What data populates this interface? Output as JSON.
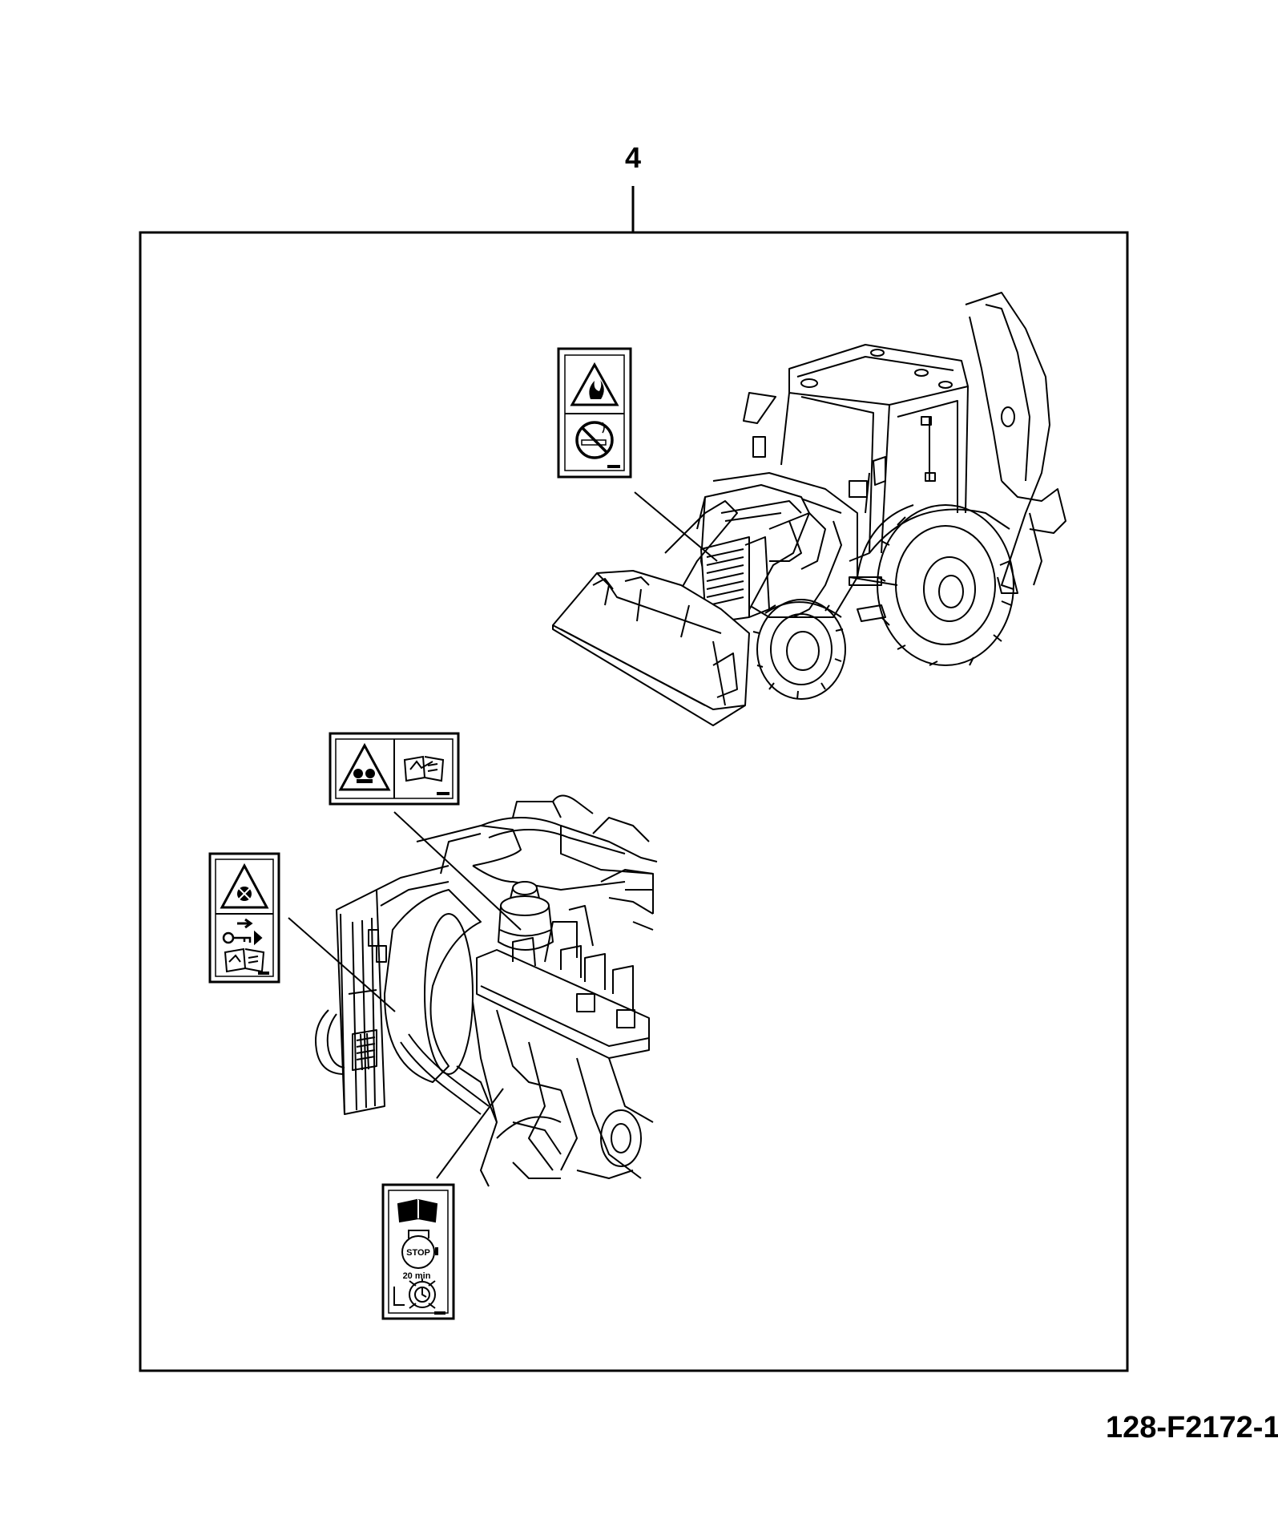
{
  "callout": {
    "number": "4"
  },
  "figure": {
    "id": "128-F2172-1"
  },
  "labels": {
    "stop": "STOP",
    "duration": "20 min"
  },
  "icons": [
    "fire-warning-icon",
    "no-smoking-icon",
    "hot-pressurised-warning-icon",
    "read-manual-icon",
    "fan-hazard-warning-icon",
    "remove-key-icon",
    "stop-engine-icon",
    "timer-icon"
  ]
}
